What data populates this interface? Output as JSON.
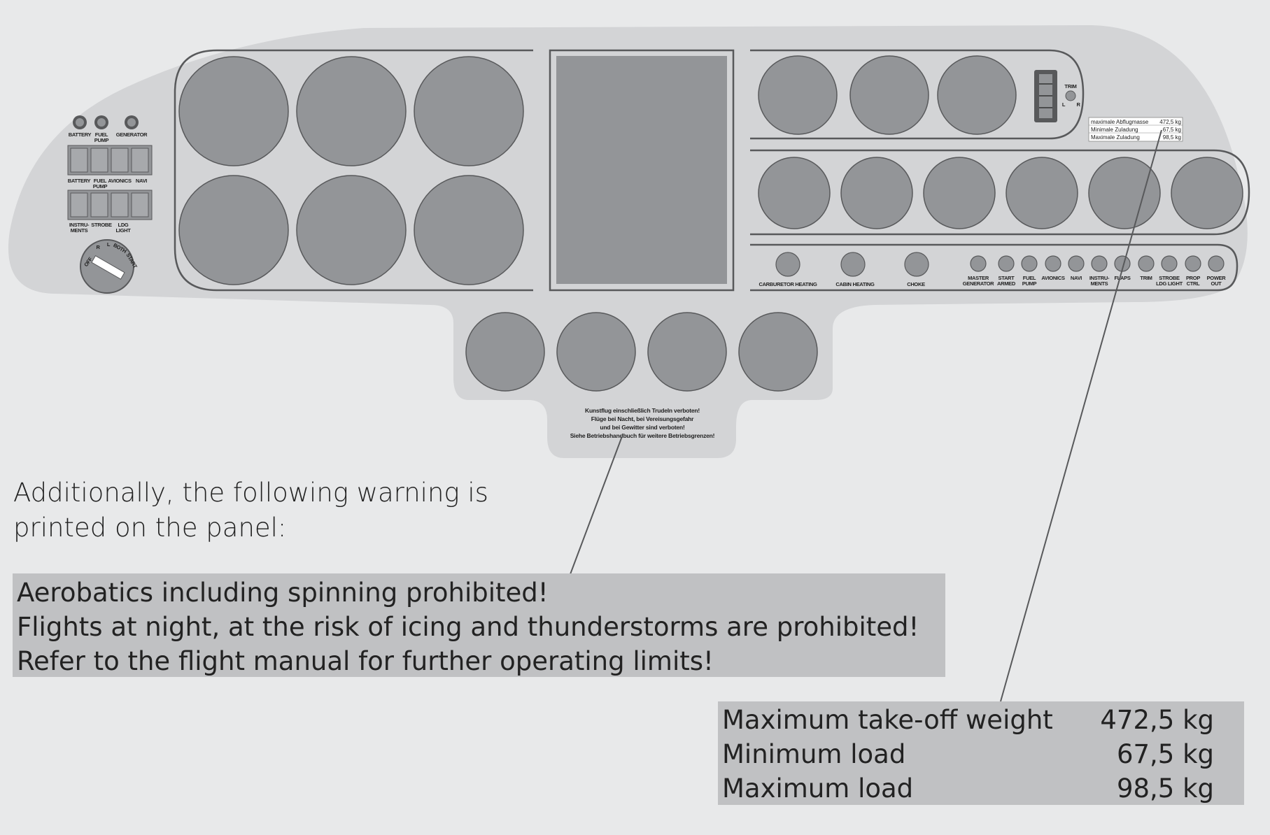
{
  "panel": {
    "top_switches": [
      "BATTERY",
      "FUEL PUMP",
      "GENERATOR"
    ],
    "rocker_row1": [
      "BATTERY",
      "FUEL PUMP",
      "AVIONICS",
      "NAVI"
    ],
    "rocker_row2": [
      "INSTRU-MENTS",
      "STROBE",
      "LDG LIGHT"
    ],
    "fuel_selector": [
      "OFF",
      "R",
      "L",
      "BOTH",
      "START"
    ],
    "trim": {
      "title": "TRIM",
      "left": "L",
      "right": "R"
    },
    "weight_plate": [
      {
        "label": "maximale Abflugmasse",
        "value": "472,5 kg"
      },
      {
        "label": "Minimale Zuladung",
        "value": "67,5 kg"
      },
      {
        "label": "Maximale Zuladung",
        "value": "98,5 kg"
      }
    ],
    "pull_knobs": [
      "CARBURETOR HEATING",
      "CABIN HEATING",
      "CHOKE"
    ],
    "breakers": [
      "MASTER GENERATOR",
      "START ARMED",
      "FUEL PUMP",
      "AVIONICS",
      "NAVI",
      "INSTRU-MENTS",
      "FLAPS",
      "TRIM",
      "STROBE LDG LIGHT",
      "PROP CTRL",
      "POWER OUT"
    ],
    "warning_german": [
      "Kunstflug einschließlich Trudeln verboten!",
      "Flüge bei Nacht, bei Vereisungsgefahr",
      "und bei Gewitter sind verboten!",
      "Siehe Betriebshandbuch für weitere Betriebsgrenzen!"
    ]
  },
  "caption": {
    "line1": "Additionally, the following warning is",
    "line2": "printed on the panel:"
  },
  "warning_translation": [
    "Aerobatics including spinning prohibited!",
    "Flights at night, at the risk of icing and thunderstorms are prohibited!",
    "Refer to the flight manual for further operating limits!"
  ],
  "limits": [
    {
      "label": "Maximum take-off weight",
      "value": "472,5 kg"
    },
    {
      "label": "Minimum load",
      "value": "67,5 kg"
    },
    {
      "label": "Maximum load",
      "value": "98,5 kg"
    }
  ],
  "colors": {
    "background": "#e8e9ea",
    "panel": "#d3d4d6",
    "gauge": "#939598",
    "box": "#c0c1c3",
    "line": "#58595b"
  }
}
